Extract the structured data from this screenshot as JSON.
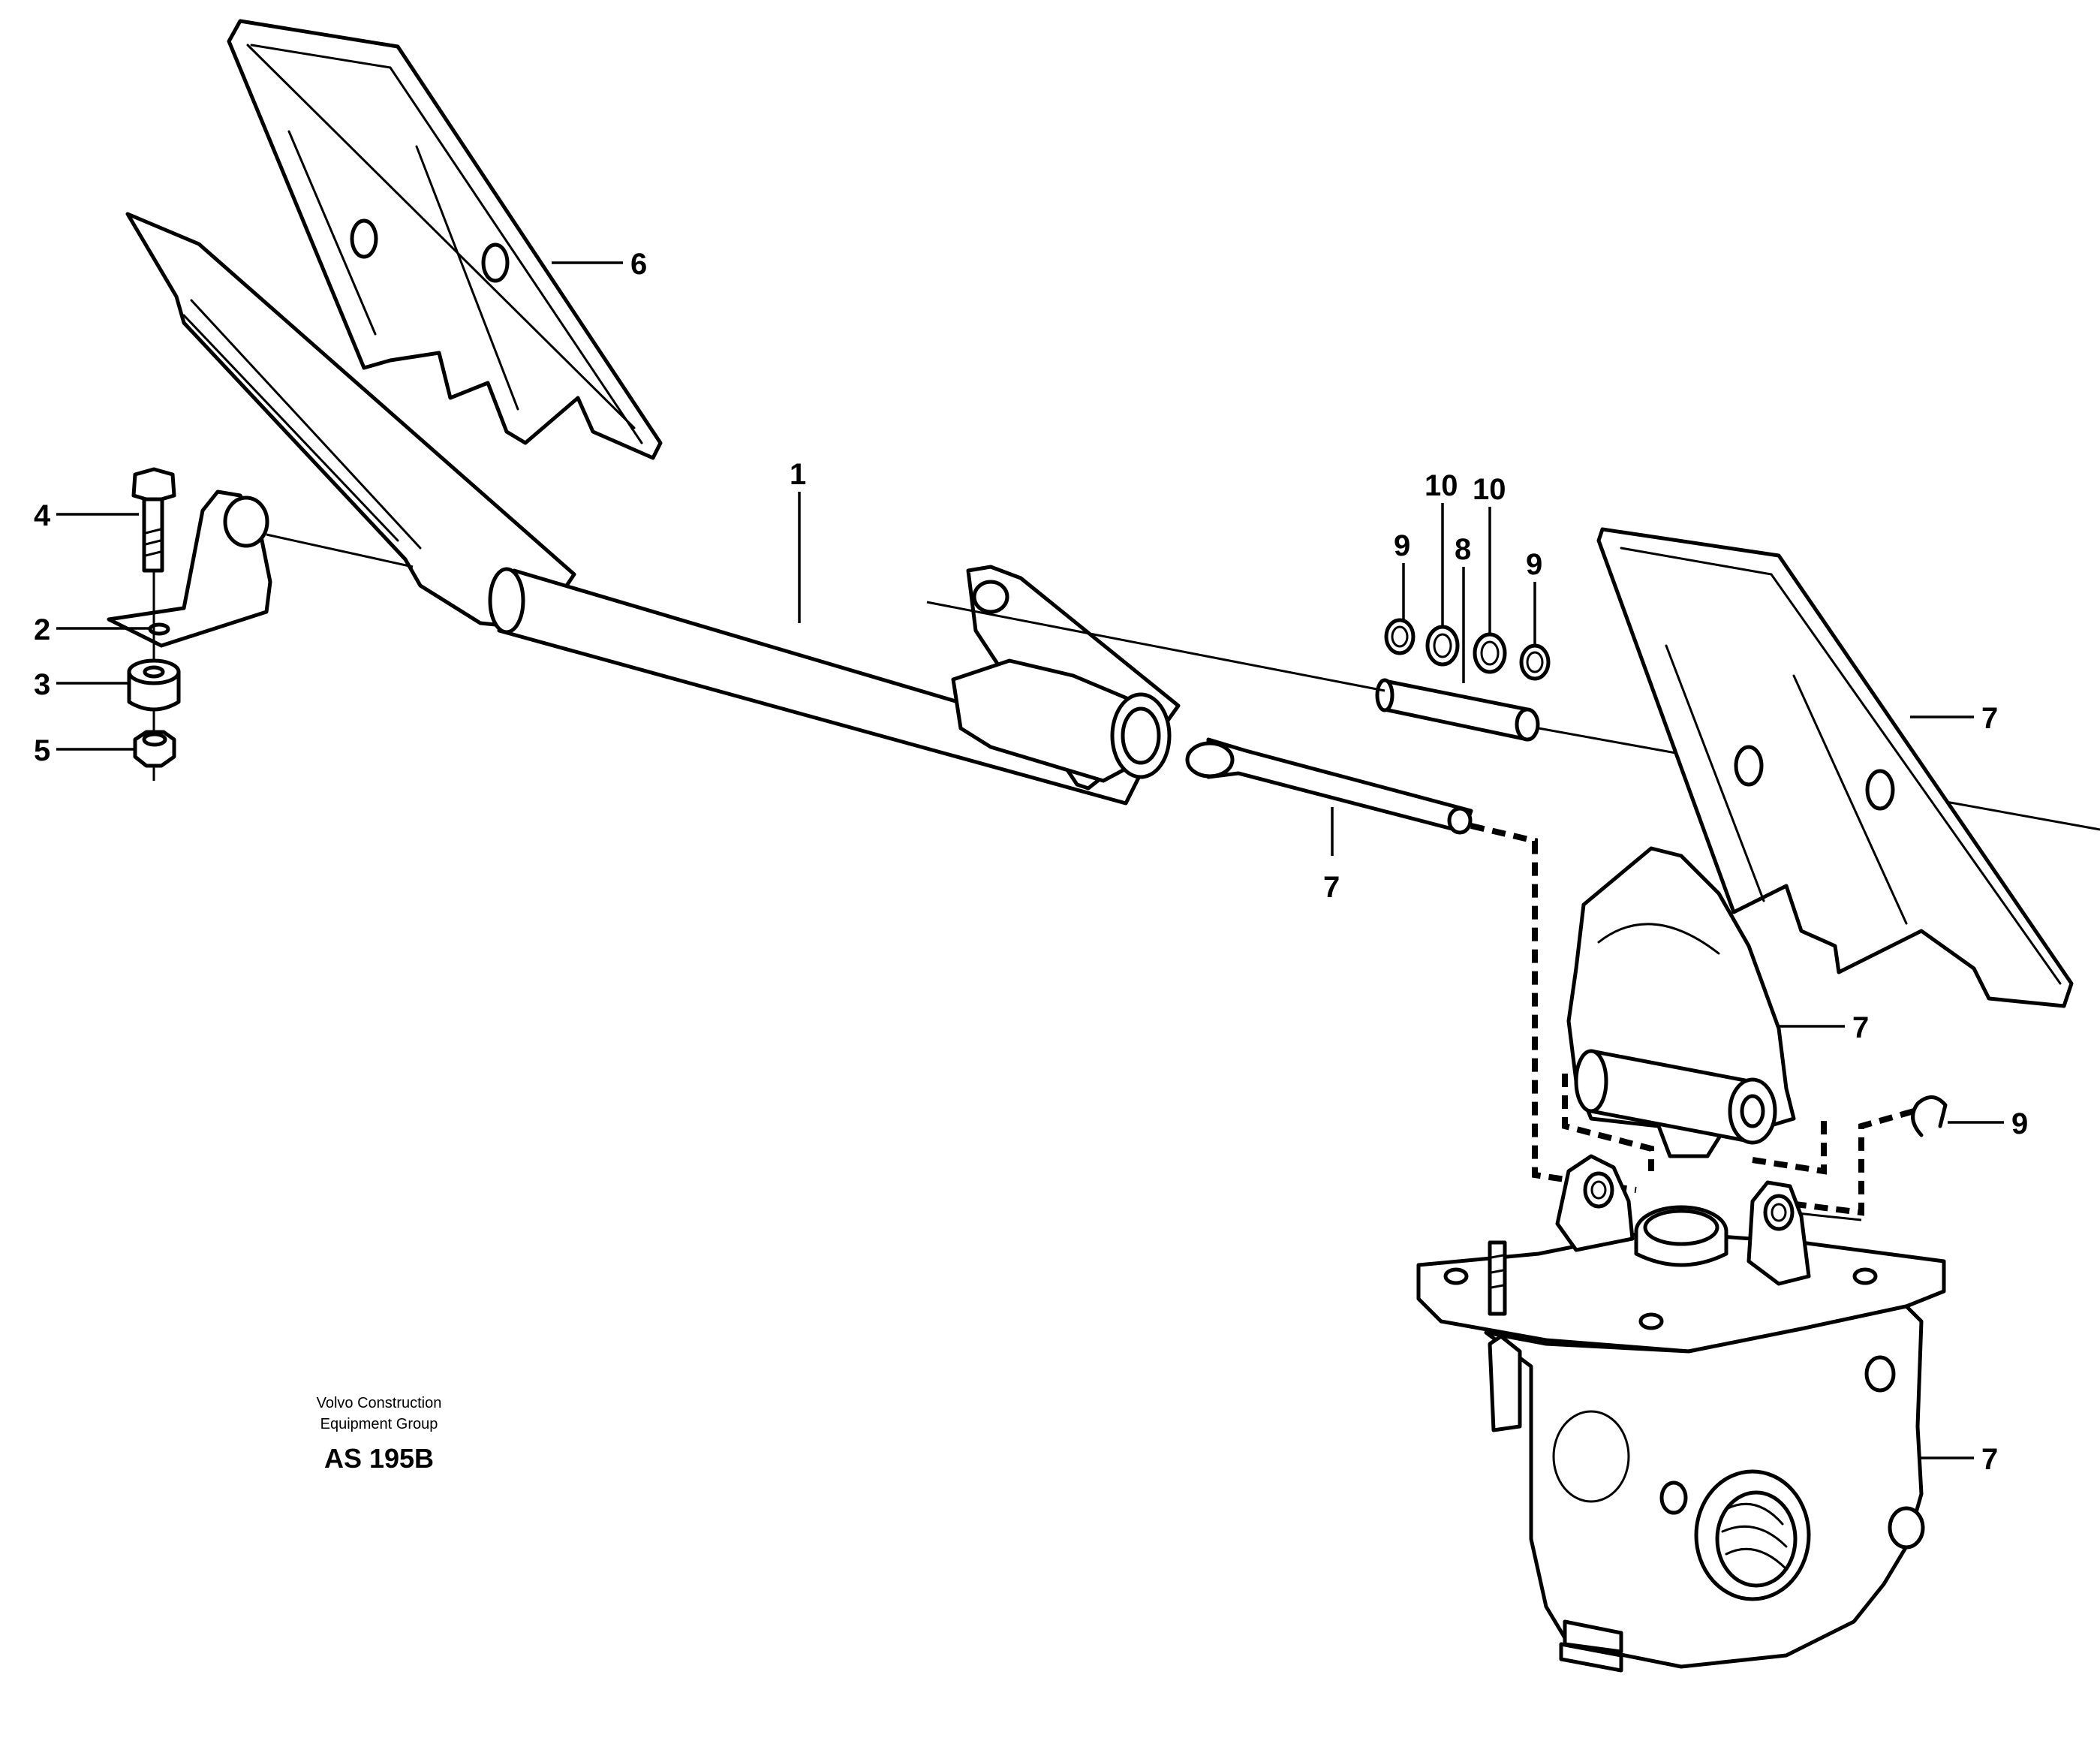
{
  "callouts": {
    "c1": "1",
    "c2": "2",
    "c3": "3",
    "c4": "4",
    "c5": "5",
    "c6": "6",
    "c7a": "7",
    "c7b": "7",
    "c7c": "7",
    "c7d": "7",
    "c8": "8",
    "c9a": "9",
    "c9b": "9",
    "c9c": "9",
    "c10a": "10",
    "c10b": "10"
  },
  "credit": {
    "line1": "Volvo Construction",
    "line2": "Equipment Group"
  },
  "drawing_code": "AS 195B"
}
